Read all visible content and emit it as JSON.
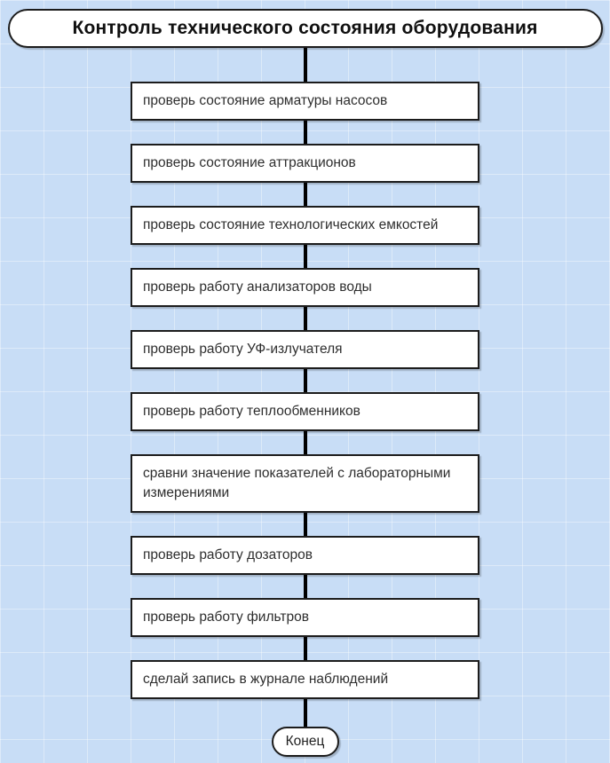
{
  "flowchart": {
    "title": "Контроль технического состояния оборудования",
    "steps": [
      "проверь состояние арматуры насосов",
      "проверь состояние аттракционов",
      "проверь состояние технологических емкостей",
      "проверь работу анализаторов воды",
      "проверь работу УФ-излучателя",
      "проверь работу теплообменников",
      "сравни значение показателей с лабораторными измерениями",
      "проверь работу дозаторов",
      "проверь работу фильтров",
      "сделай запись в журнале наблюдений"
    ],
    "end_label": "Конец"
  },
  "colors": {
    "background": "#c8ddf6",
    "node_fill": "#ffffff",
    "node_border": "#1c1c1c",
    "connector": "#000000",
    "text": "#2e2e2e"
  }
}
